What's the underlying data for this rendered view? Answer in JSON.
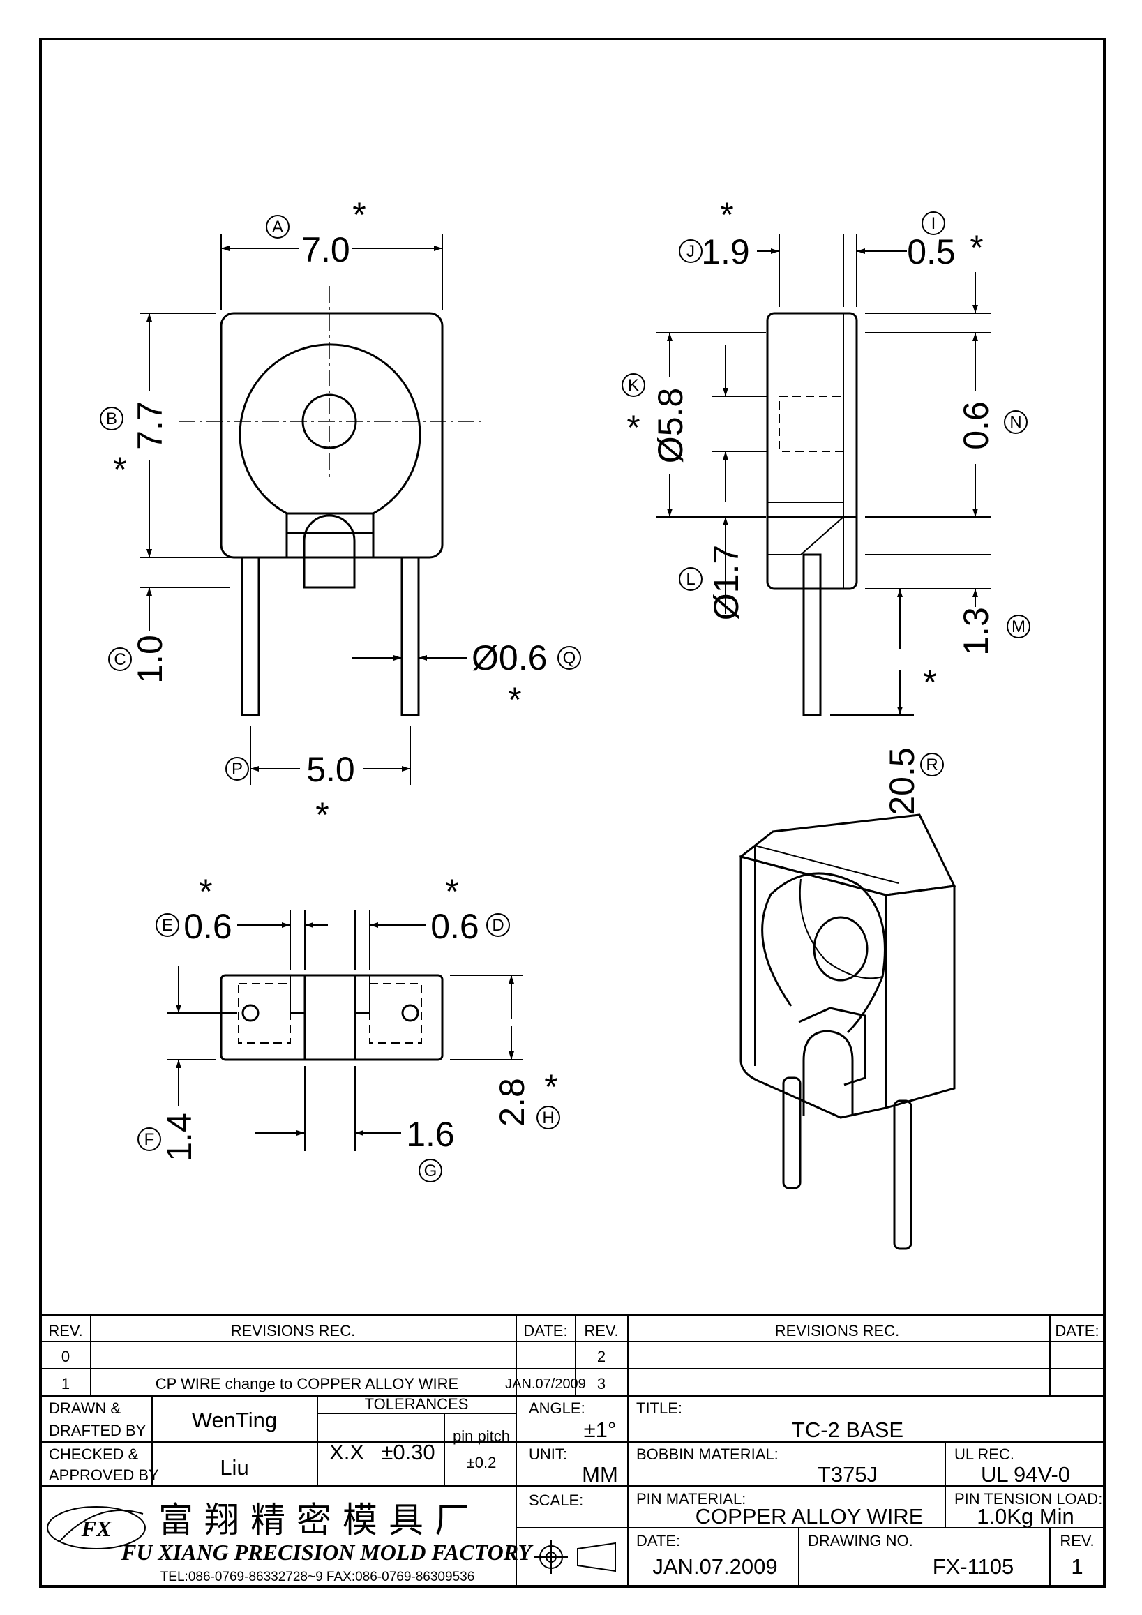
{
  "dimensions": {
    "front_width": {
      "marker": "A",
      "value": "7.0"
    },
    "front_height": {
      "marker": "B",
      "value": "7.7"
    },
    "pin_standoff": {
      "marker": "C",
      "value": "1.0"
    },
    "pin_diameter": {
      "marker": "Q",
      "value": "Ø0.6"
    },
    "pin_pitch": {
      "marker": "P",
      "value": "5.0"
    },
    "side_depth": {
      "marker": "J",
      "value": "1.9"
    },
    "side_lip": {
      "marker": "I",
      "value": "0.5"
    },
    "bore_diameter": {
      "marker": "K",
      "value": "Ø5.8"
    },
    "side_step": {
      "marker": "N",
      "value": "0.6"
    },
    "stem_diameter": {
      "marker": "L",
      "value": "Ø1.7"
    },
    "side_standoff": {
      "marker": "M",
      "value": "1.3"
    },
    "pin_length": {
      "marker": "R",
      "value": "20.5"
    },
    "slot_left": {
      "marker": "E",
      "value": "0.6"
    },
    "slot_right": {
      "marker": "D",
      "value": "0.6"
    },
    "bottom_offset": {
      "marker": "F",
      "value": "1.4"
    },
    "center_width": {
      "marker": "G",
      "value": "1.6"
    },
    "bottom_height": {
      "marker": "H",
      "value": "2.8"
    }
  },
  "critical_mark": "*",
  "revisions": {
    "header": {
      "rev": "REV.",
      "revisions": "REVISIONS   REC.",
      "date": "DATE:"
    },
    "left_rows": [
      {
        "rev": "0",
        "text": "",
        "date": ""
      },
      {
        "rev": "1",
        "text": "CP WIRE change to COPPER ALLOY WIRE",
        "date": "JAN.07/2009"
      }
    ],
    "right_rows": [
      {
        "rev": "2",
        "text": "",
        "date": ""
      },
      {
        "rev": "3",
        "text": "",
        "date": ""
      }
    ]
  },
  "title_block": {
    "drawn_label_1": "DRAWN  &",
    "drawn_label_2": "DRAFTED BY",
    "drawn_by": "WenTing",
    "checked_label_1": "CHECKED  &",
    "checked_label_2": "APPROVED BY",
    "checked_by": "Liu",
    "tolerances_label": "TOLERANCES",
    "tol_xx_label": "X.X",
    "tol_xx_value": "±0.30",
    "pin_pitch_label": "pin  pitch",
    "pin_pitch_value": "±0.2",
    "angle_label": "ANGLE:",
    "angle_value": "±1°",
    "unit_label": "UNIT:",
    "unit_value": "MM",
    "scale_label": "SCALE:",
    "title_label": "TITLE:",
    "title_value": "TC-2  BASE",
    "bobbin_label": "BOBBIN  MATERIAL:",
    "bobbin_value": "T375J",
    "ul_label": "UL  REC.",
    "ul_value": "UL  94V-0",
    "pin_material_label": "PIN  MATERIAL:",
    "pin_material_value": "COPPER  ALLOY  WIRE",
    "pin_tension_label": "PIN  TENSION  LOAD:",
    "pin_tension_value": "1.0Kg  Min",
    "date_label": "DATE:",
    "date_value": "JAN.07.2009",
    "drawing_no_label": "DRAWING  NO.",
    "drawing_no_value": "FX-1105",
    "rev_label": "REV.",
    "rev_value": "1",
    "company_cn": "富翔精密模具厂",
    "company_en": "FU XIANG PRECISION MOLD FACTORY",
    "contact": "TEL:086-0769-86332728~9   FAX:086-0769-86309536",
    "logo_text": "FX"
  }
}
